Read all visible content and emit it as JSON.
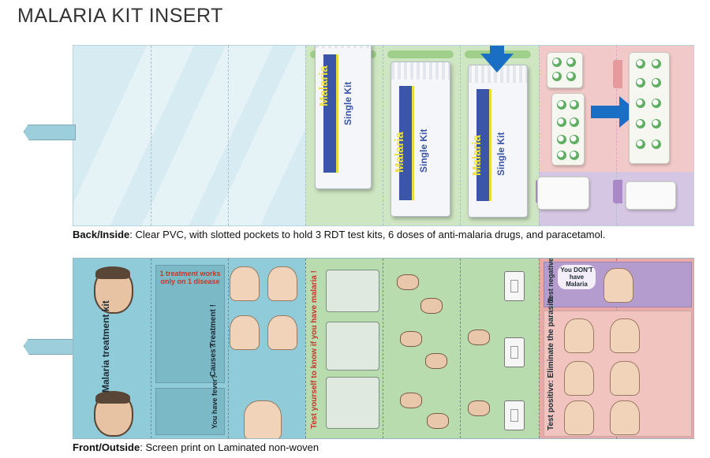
{
  "title": "MALARIA KIT INSERT",
  "back": {
    "caption_bold": "Back/Inside",
    "caption_rest": ":  Clear PVC, with slotted pockets to hold 3 RDT test kits, 6 doses of anti-malaria drugs, and paracetamol.",
    "kits": [
      {
        "name": "Malaria",
        "sub": "Single Kit"
      },
      {
        "name": "Malaria",
        "sub": "Single Kit"
      },
      {
        "name": "Malaria",
        "sub": "Single Kit"
      }
    ]
  },
  "front": {
    "caption_bold": "Front/Outside",
    "caption_rest": ": Screen print on Laminated non-woven",
    "kit_title": "Malaria treatment kit",
    "treatment_text": "1 treatment works only on 1 disease",
    "causes_label": "Causes?",
    "treatment_label": "Treatment !",
    "fever_question": "You have fever?",
    "test_yourself": "Test yourself to know if you have malaria !",
    "test_negative": "Test negative",
    "dont_have": "You DON'T have Malaria",
    "test_positive": "Test positive: Eliminate the parasite"
  },
  "colors": {
    "arrow": "#1a6fc4",
    "back_panel": "#d7ebf2",
    "green_zone": "#cfe6c2",
    "pink_zone": "#f2c9c9",
    "purple_zone": "#d5c6e3"
  }
}
